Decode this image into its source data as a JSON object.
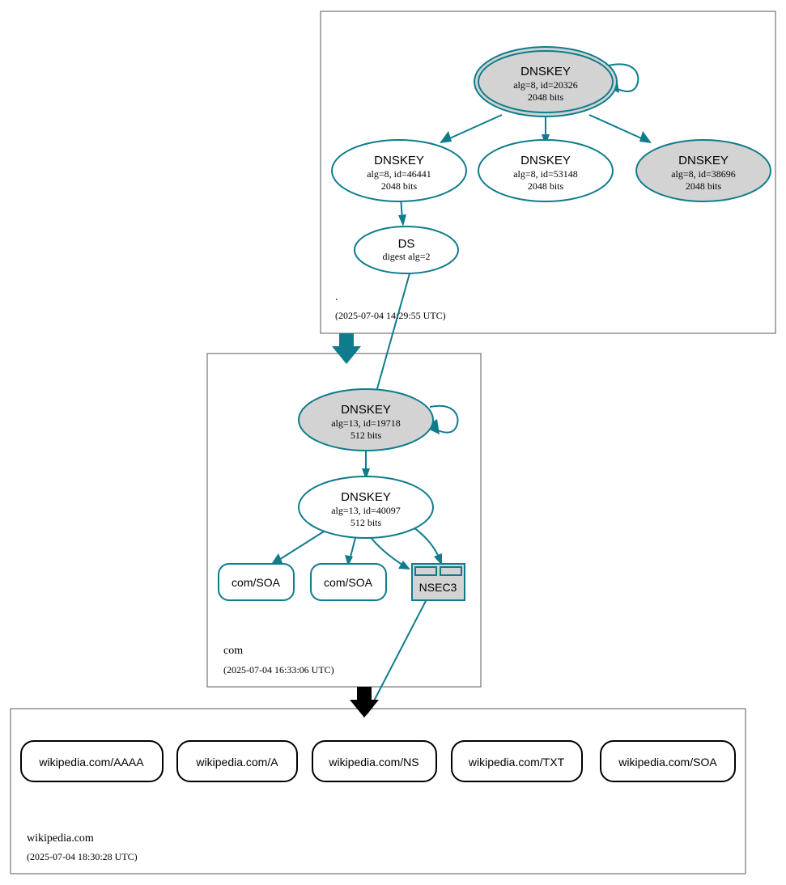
{
  "diagram": {
    "kind": "dnssec-authentication-chain",
    "zones": [
      {
        "id": "root",
        "label": ".",
        "timestamp": "(2025-07-04 14:29:55 UTC)",
        "nodes": [
          {
            "id": "root-ksk-20326",
            "type": "DNSKEY",
            "title": "DNSKEY",
            "params": "alg=8, id=20326",
            "size": "2048 bits",
            "shape": "doubleellipse",
            "fill": "#d3d3d3",
            "stroke": "#0e7c8c",
            "self_signed": true
          },
          {
            "id": "root-zsk-46441",
            "type": "DNSKEY",
            "title": "DNSKEY",
            "params": "alg=8, id=46441",
            "size": "2048 bits",
            "shape": "ellipse",
            "fill": "#ffffff",
            "stroke": "#0e7c8c",
            "self_signed": false
          },
          {
            "id": "root-zsk-53148",
            "type": "DNSKEY",
            "title": "DNSKEY",
            "params": "alg=8, id=53148",
            "size": "2048 bits",
            "shape": "ellipse",
            "fill": "#ffffff",
            "stroke": "#0e7c8c",
            "self_signed": false
          },
          {
            "id": "root-zsk-38696",
            "type": "DNSKEY",
            "title": "DNSKEY",
            "params": "alg=8, id=38696",
            "size": "2048 bits",
            "shape": "ellipse",
            "fill": "#d3d3d3",
            "stroke": "#0e7c8c",
            "self_signed": false
          },
          {
            "id": "root-ds",
            "type": "DS",
            "title": "DS",
            "params": "digest alg=2",
            "size": "",
            "shape": "ellipse",
            "fill": "#ffffff",
            "stroke": "#0e7c8c",
            "self_signed": false
          }
        ]
      },
      {
        "id": "com",
        "label": "com",
        "timestamp": "(2025-07-04 16:33:06 UTC)",
        "nodes": [
          {
            "id": "com-ksk-19718",
            "type": "DNSKEY",
            "title": "DNSKEY",
            "params": "alg=13, id=19718",
            "size": "512 bits",
            "shape": "ellipse",
            "fill": "#d3d3d3",
            "stroke": "#0e7c8c",
            "self_signed": true
          },
          {
            "id": "com-zsk-40097",
            "type": "DNSKEY",
            "title": "DNSKEY",
            "params": "alg=13, id=40097",
            "size": "512 bits",
            "shape": "ellipse",
            "fill": "#ffffff",
            "stroke": "#0e7c8c",
            "self_signed": false
          },
          {
            "id": "com-soa-1",
            "type": "RRset",
            "title": "com/SOA",
            "shape": "roundrect",
            "fill": "#ffffff",
            "stroke": "#0e7c8c"
          },
          {
            "id": "com-soa-2",
            "type": "RRset",
            "title": "com/SOA",
            "shape": "roundrect",
            "fill": "#ffffff",
            "stroke": "#0e7c8c"
          },
          {
            "id": "com-nsec3",
            "type": "NSEC3",
            "title": "NSEC3",
            "shape": "table",
            "fill": "#d3d3d3",
            "stroke": "#0e7c8c"
          }
        ]
      },
      {
        "id": "wikipedia-com",
        "label": "wikipedia.com",
        "timestamp": "(2025-07-04 18:30:28 UTC)",
        "nodes": [
          {
            "id": "wp-aaaa",
            "type": "RRset",
            "title": "wikipedia.com/AAAA",
            "shape": "roundrect",
            "fill": "#ffffff",
            "stroke": "#000000"
          },
          {
            "id": "wp-a",
            "type": "RRset",
            "title": "wikipedia.com/A",
            "shape": "roundrect",
            "fill": "#ffffff",
            "stroke": "#000000"
          },
          {
            "id": "wp-ns",
            "type": "RRset",
            "title": "wikipedia.com/NS",
            "shape": "roundrect",
            "fill": "#ffffff",
            "stroke": "#000000"
          },
          {
            "id": "wp-txt",
            "type": "RRset",
            "title": "wikipedia.com/TXT",
            "shape": "roundrect",
            "fill": "#ffffff",
            "stroke": "#000000"
          },
          {
            "id": "wp-soa",
            "type": "RRset",
            "title": "wikipedia.com/SOA",
            "shape": "roundrect",
            "fill": "#ffffff",
            "stroke": "#000000"
          }
        ]
      }
    ],
    "edges": [
      {
        "from": "root-ksk-20326",
        "to": "root-ksk-20326",
        "style": "self-loop",
        "color": "#0e7c8c"
      },
      {
        "from": "root-ksk-20326",
        "to": "root-zsk-46441",
        "style": "solid",
        "color": "#0e7c8c"
      },
      {
        "from": "root-ksk-20326",
        "to": "root-zsk-53148",
        "style": "solid",
        "color": "#0e7c8c"
      },
      {
        "from": "root-ksk-20326",
        "to": "root-zsk-38696",
        "style": "solid",
        "color": "#0e7c8c"
      },
      {
        "from": "root-zsk-46441",
        "to": "root-ds",
        "style": "solid",
        "color": "#0e7c8c"
      },
      {
        "from": "root-ds",
        "to": "com-ksk-19718",
        "style": "solid",
        "color": "#0e7c8c"
      },
      {
        "from": "com-ksk-19718",
        "to": "com-ksk-19718",
        "style": "self-loop",
        "color": "#0e7c8c"
      },
      {
        "from": "com-ksk-19718",
        "to": "com-zsk-40097",
        "style": "solid",
        "color": "#0e7c8c"
      },
      {
        "from": "com-zsk-40097",
        "to": "com-soa-1",
        "style": "solid",
        "color": "#0e7c8c"
      },
      {
        "from": "com-zsk-40097",
        "to": "com-soa-2",
        "style": "solid",
        "color": "#0e7c8c"
      },
      {
        "from": "com-zsk-40097",
        "to": "com-nsec3",
        "style": "solid",
        "color": "#0e7c8c"
      },
      {
        "from": "com-zsk-40097",
        "to": "com-nsec3",
        "style": "solid",
        "color": "#0e7c8c"
      },
      {
        "from": "com-nsec3",
        "to": "wikipedia-com",
        "style": "solid",
        "color": "#0e7c8c"
      }
    ],
    "zone_transitions": [
      {
        "from": "root",
        "to": "com",
        "color": "#0e7c8c"
      },
      {
        "from": "com",
        "to": "wikipedia-com",
        "color": "#000000"
      }
    ],
    "colors": {
      "accent": "#0e7c8c",
      "secure_fill": "#d3d3d3",
      "plain_fill": "#ffffff",
      "box_stroke": "#5a5a5a",
      "black": "#000000"
    }
  }
}
